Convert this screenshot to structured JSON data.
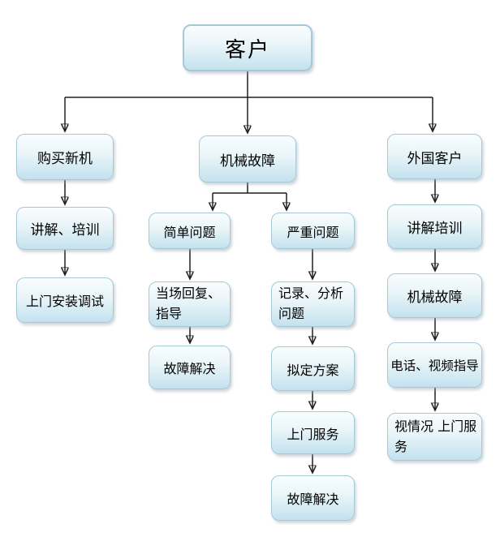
{
  "diagram": {
    "type": "flowchart",
    "background_color": "#ffffff",
    "node_fill_top": "#f9fdfe",
    "node_fill_bottom": "#c3e2ee",
    "node_border_color": "#a5c9d6",
    "arrow_color": "#1f1f1f",
    "text_color": "#000000",
    "nodes": {
      "customer": {
        "label": "客户"
      },
      "buy_new_machine": {
        "label": "购买新机"
      },
      "mechanical_failure": {
        "label": "机械故障"
      },
      "foreign_customer": {
        "label": "外国客户"
      },
      "explain_training": {
        "label": "讲解、培训"
      },
      "onsite_install_debug": {
        "label": "上门安装调试"
      },
      "simple_problem": {
        "label": "简单问题"
      },
      "onspot_reply_guidance": {
        "label": "当场回复、指导"
      },
      "fault_resolved_left": {
        "label": "故障解决"
      },
      "serious_problem": {
        "label": "严重问题"
      },
      "record_analyze_problem": {
        "label": "记录、分析问题"
      },
      "draft_plan": {
        "label": "拟定方案"
      },
      "onsite_service": {
        "label": "上门服务"
      },
      "fault_resolved_right": {
        "label": "故障解决"
      },
      "explain_training_foreign": {
        "label": "讲解培训"
      },
      "mechanical_failure_foreign": {
        "label": "机械故障"
      },
      "phone_video_guidance": {
        "label": "电话、视频指导"
      },
      "conditional_onsite_service": {
        "label": "视情况 上门服务"
      }
    },
    "edges": [
      {
        "from": "customer",
        "to": "buy_new_machine"
      },
      {
        "from": "customer",
        "to": "mechanical_failure"
      },
      {
        "from": "customer",
        "to": "foreign_customer"
      },
      {
        "from": "buy_new_machine",
        "to": "explain_training"
      },
      {
        "from": "explain_training",
        "to": "onsite_install_debug"
      },
      {
        "from": "mechanical_failure",
        "to": "simple_problem"
      },
      {
        "from": "mechanical_failure",
        "to": "serious_problem"
      },
      {
        "from": "simple_problem",
        "to": "onspot_reply_guidance"
      },
      {
        "from": "onspot_reply_guidance",
        "to": "fault_resolved_left"
      },
      {
        "from": "serious_problem",
        "to": "record_analyze_problem"
      },
      {
        "from": "record_analyze_problem",
        "to": "draft_plan"
      },
      {
        "from": "draft_plan",
        "to": "onsite_service"
      },
      {
        "from": "onsite_service",
        "to": "fault_resolved_right"
      },
      {
        "from": "foreign_customer",
        "to": "explain_training_foreign"
      },
      {
        "from": "explain_training_foreign",
        "to": "mechanical_failure_foreign"
      },
      {
        "from": "mechanical_failure_foreign",
        "to": "phone_video_guidance"
      },
      {
        "from": "phone_video_guidance",
        "to": "conditional_onsite_service"
      }
    ]
  }
}
